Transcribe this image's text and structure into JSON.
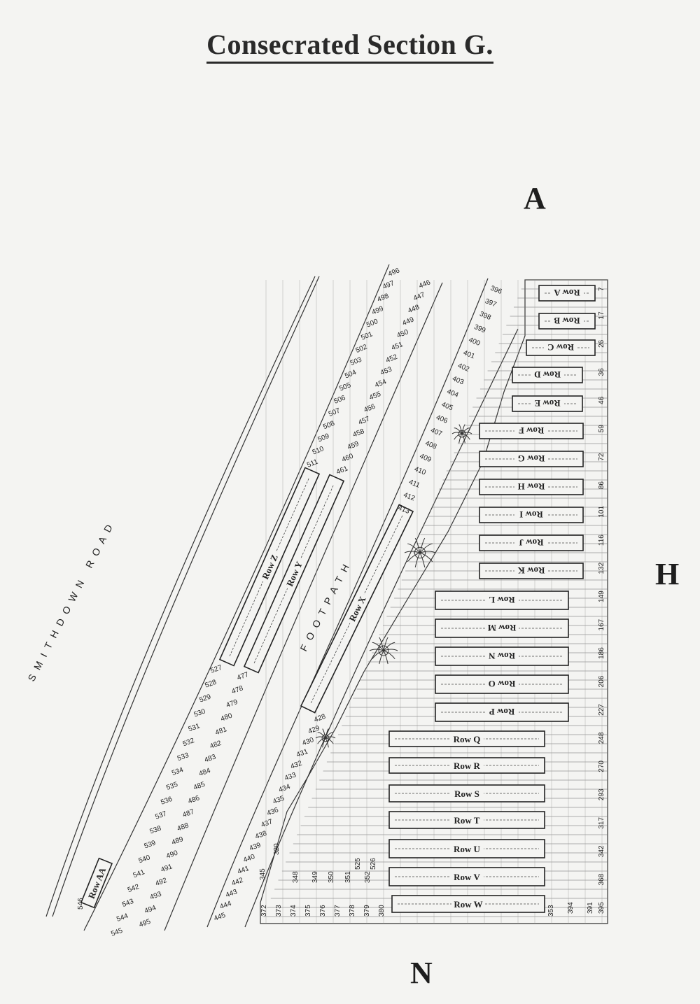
{
  "title": "Consecrated Section G.",
  "compass": {
    "top": "A",
    "right": "H",
    "bottom": "N"
  },
  "labels": {
    "road": "SMITHDOWN ROAD",
    "footpath": "FOOTPATH"
  },
  "rows_main": [
    "Row A",
    "Row B",
    "Row C",
    "Row D",
    "Row E",
    "Row F",
    "Row G",
    "Row H",
    "Row I",
    "Row J",
    "Row K",
    "Row L",
    "Row M",
    "Row N",
    "Row O",
    "Row P",
    "Row Q",
    "Row R",
    "Row S",
    "Row T",
    "Row U",
    "Row V",
    "Row W"
  ],
  "rows_diag": [
    "Row Z",
    "Row Y",
    "Row X",
    "Row AA"
  ],
  "plots": {
    "outer_left": [
      "527",
      "528",
      "529",
      "530",
      "531",
      "532",
      "533",
      "534",
      "535",
      "536",
      "537",
      "538",
      "539",
      "540",
      "541",
      "542",
      "543",
      "544",
      "545"
    ],
    "outer_right": [
      "477",
      "478",
      "479",
      "480",
      "481",
      "482",
      "483",
      "484",
      "485",
      "486",
      "487",
      "488",
      "489",
      "490",
      "491",
      "492",
      "493",
      "494",
      "495"
    ],
    "upper_left": [
      "496",
      "497",
      "498",
      "499",
      "500",
      "501",
      "502",
      "503",
      "504",
      "505",
      "506",
      "507",
      "508",
      "509",
      "510",
      "511"
    ],
    "upper_right": [
      "446",
      "447",
      "448",
      "449",
      "450",
      "451",
      "452",
      "453",
      "454",
      "455",
      "456",
      "457",
      "458",
      "459",
      "460",
      "461"
    ],
    "inner_strip_top": [
      "396",
      "397",
      "398",
      "399",
      "400",
      "401",
      "402",
      "403",
      "404",
      "405",
      "406",
      "407",
      "408",
      "409",
      "410",
      "411",
      "412",
      "413"
    ],
    "inner_strip_bottom": [
      "428",
      "429",
      "430",
      "431",
      "432",
      "433",
      "434",
      "435",
      "436",
      "437",
      "438",
      "439",
      "440",
      "441",
      "442",
      "443",
      "444",
      "445"
    ],
    "bottom_row": [
      "372",
      "373",
      "374",
      "375",
      "376",
      "377",
      "378",
      "379",
      "380"
    ],
    "right_col": [
      "7",
      "17",
      "26",
      "36",
      "46",
      "59",
      "72",
      "86",
      "101",
      "116",
      "132",
      "149",
      "167",
      "186",
      "206",
      "227",
      "248",
      "270",
      "293",
      "317",
      "342",
      "368",
      "395"
    ],
    "misc": [
      "546",
      "525",
      "526",
      "320",
      "345",
      "348",
      "349",
      "350",
      "351",
      "352",
      "353",
      "391",
      "394"
    ]
  },
  "chart_data": {
    "type": "map",
    "title": "Consecrated Section G.",
    "features": [
      "SMITHDOWN ROAD",
      "FOOTPATH"
    ],
    "compass": [
      "A",
      "H",
      "N"
    ],
    "rows": [
      "Row A",
      "Row B",
      "Row C",
      "Row D",
      "Row E",
      "Row F",
      "Row G",
      "Row H",
      "Row I",
      "Row J",
      "Row K",
      "Row L",
      "Row M",
      "Row N",
      "Row O",
      "Row P",
      "Row Q",
      "Row R",
      "Row S",
      "Row T",
      "Row U",
      "Row V",
      "Row W",
      "Row X",
      "Row Y",
      "Row Z",
      "Row AA"
    ]
  }
}
